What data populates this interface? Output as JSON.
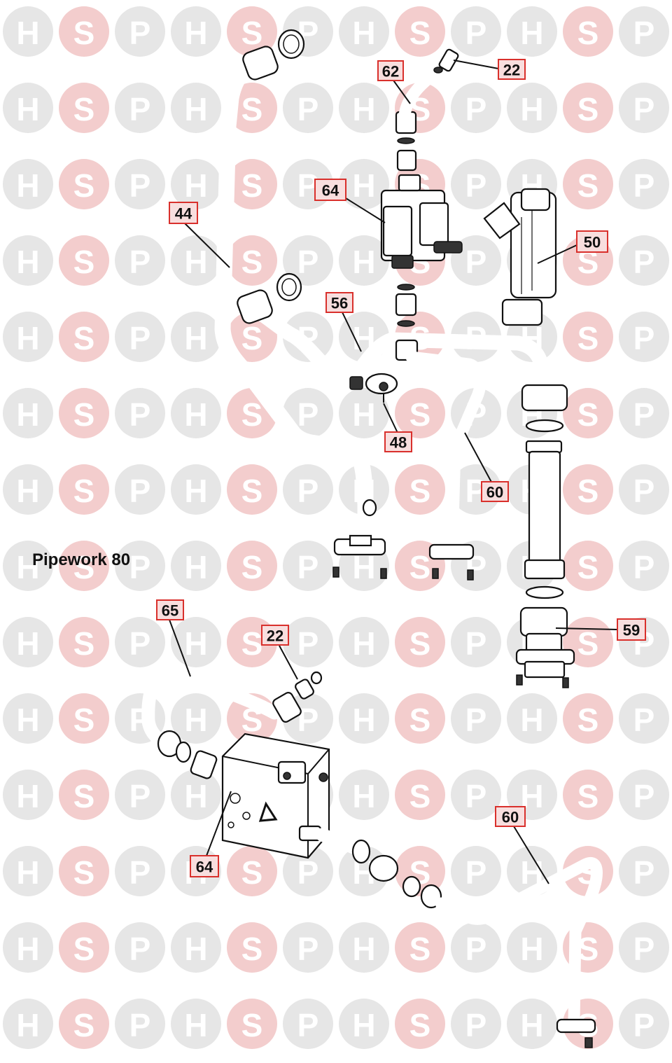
{
  "watermark": {
    "letters": [
      "H",
      "S",
      "P"
    ],
    "color_light": "#e6e6e6",
    "color_pink": "#f3cdcd"
  },
  "caption": "Pipework 80",
  "callout_style": {
    "box_fill": "#f8dede",
    "box_stroke": "#d9302c"
  },
  "callouts": [
    {
      "id": "c62",
      "label": "62"
    },
    {
      "id": "c22a",
      "label": "22"
    },
    {
      "id": "c64a",
      "label": "64"
    },
    {
      "id": "c44",
      "label": "44"
    },
    {
      "id": "c50",
      "label": "50"
    },
    {
      "id": "c56",
      "label": "56"
    },
    {
      "id": "c48",
      "label": "48"
    },
    {
      "id": "c60a",
      "label": "60"
    },
    {
      "id": "c59",
      "label": "59"
    },
    {
      "id": "c65",
      "label": "65"
    },
    {
      "id": "c22b",
      "label": "22"
    },
    {
      "id": "c64b",
      "label": "64"
    },
    {
      "id": "c60b",
      "label": "60"
    }
  ]
}
